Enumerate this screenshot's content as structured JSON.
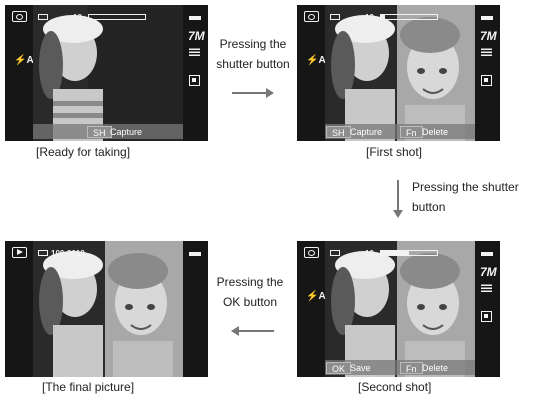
{
  "panels": {
    "ready": {
      "count": "10",
      "progress": 0,
      "softkey_1": "SH",
      "softkey_1_label": "Capture",
      "caption": "[Ready for taking]"
    },
    "first": {
      "count": "10",
      "progress": 0.08,
      "softkey_1": "SH",
      "softkey_1_label": "Capture",
      "softkey_2": "Fn",
      "softkey_2_label": "Delete",
      "caption": "[First shot]"
    },
    "second": {
      "count": "10",
      "progress": 0.5,
      "softkey_1": "OK",
      "softkey_1_label": "Save",
      "softkey_2": "Fn",
      "softkey_2_label": "Delete",
      "caption": "[Second shot]"
    },
    "final": {
      "file_number": "100-0010",
      "caption": "[The final picture]"
    }
  },
  "instructions": {
    "step1": [
      "Pressing the",
      "shutter button"
    ],
    "step2": [
      "Pressing the shutter",
      "button"
    ],
    "step3": [
      "Pressing the",
      "OK button"
    ]
  },
  "icons": {
    "mode": "camera-mode-icon",
    "play": "playback-icon",
    "flash": "flash-auto-icon",
    "battery": "battery-icon",
    "size": "image-size-7m-icon",
    "quality": "quality-icon",
    "metering": "metering-icon"
  },
  "size_label": "7M",
  "flash_label": "⚡A"
}
